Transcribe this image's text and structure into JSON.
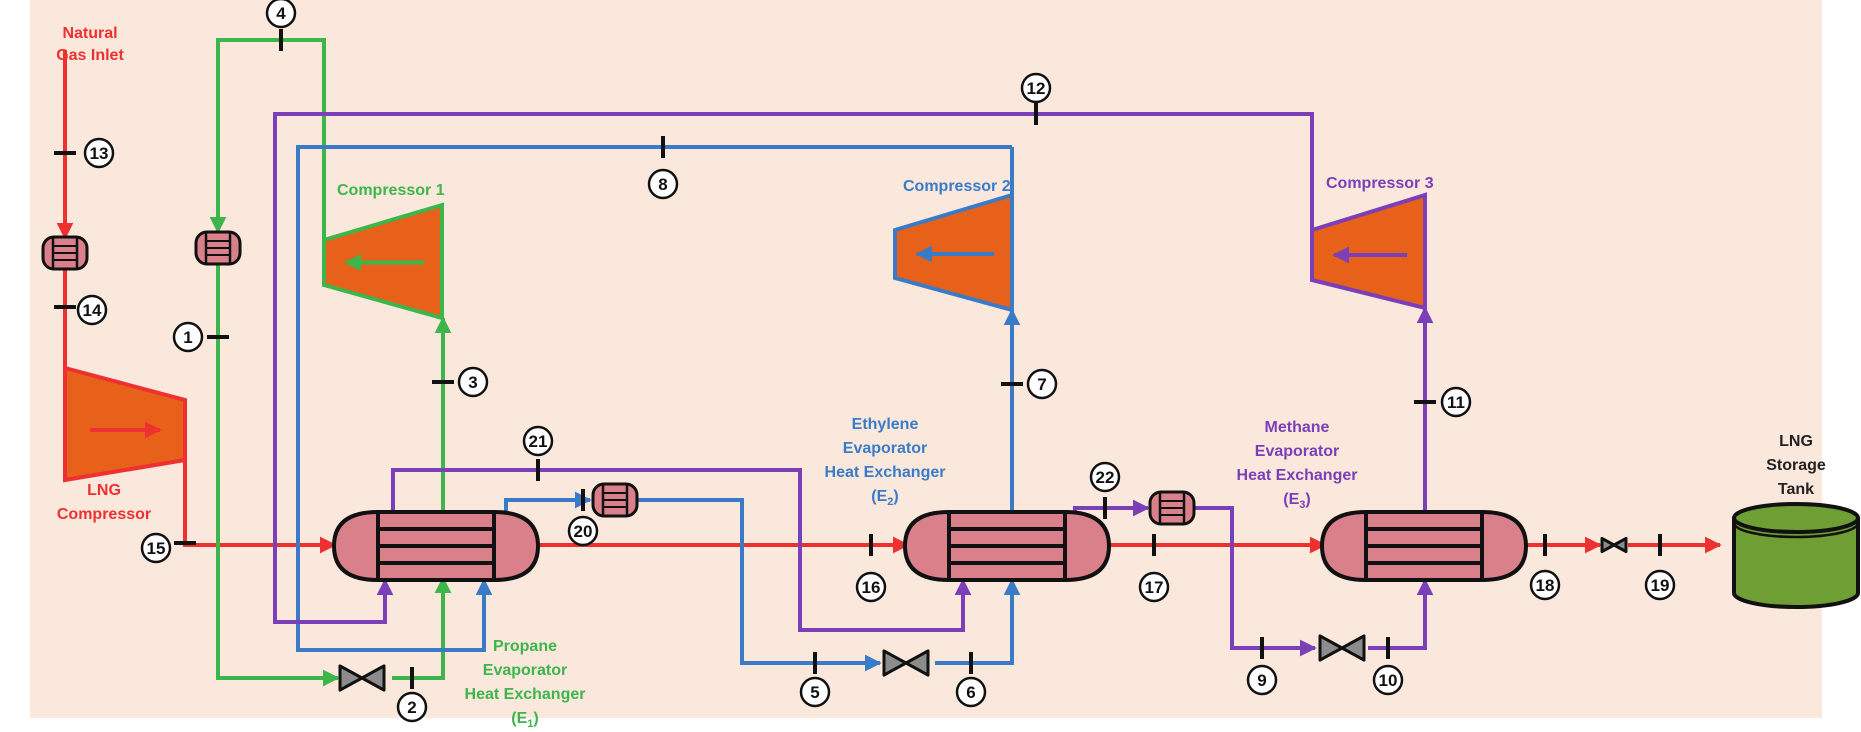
{
  "diagram": {
    "title": "Cascade LNG liquefaction process",
    "colors": {
      "background": "#fbe8dc",
      "natural_gas": "#ee3030",
      "propane": "#3cb54a",
      "ethylene": "#3a7bc8",
      "methane": "#7b3fb8",
      "compressor_fill": "#e8611a",
      "heat_exchanger_fill": "#d9808a",
      "tank_fill": "#6e9e34",
      "valve_fill": "#8c8c8c",
      "marker": "#111111"
    },
    "labels": {
      "natural_gas_inlet": [
        "Natural",
        "Gas Inlet"
      ],
      "lng_compressor": [
        "LNG",
        "Compressor"
      ],
      "compressor_1": "Compressor 1",
      "compressor_2": "Compressor 2",
      "compressor_3": "Compressor 3",
      "propane_hx": [
        "Propane",
        "Evaporator",
        "Heat Exchanger",
        "(E",
        "1",
        ")"
      ],
      "ethylene_hx": [
        "Ethylene",
        "Evaporator",
        "Heat Exchanger",
        "(E",
        "2",
        ")"
      ],
      "methane_hx": [
        "Methane",
        "Evaporator",
        "Heat Exchanger",
        "(E",
        "3",
        ")"
      ],
      "storage_tank": [
        "LNG",
        "Storage",
        "Tank"
      ]
    },
    "stream_points": [
      {
        "id": "1",
        "stream": "propane"
      },
      {
        "id": "2",
        "stream": "propane"
      },
      {
        "id": "3",
        "stream": "propane"
      },
      {
        "id": "4",
        "stream": "propane"
      },
      {
        "id": "5",
        "stream": "ethylene"
      },
      {
        "id": "6",
        "stream": "ethylene"
      },
      {
        "id": "7",
        "stream": "ethylene"
      },
      {
        "id": "8",
        "stream": "ethylene"
      },
      {
        "id": "9",
        "stream": "methane"
      },
      {
        "id": "10",
        "stream": "methane"
      },
      {
        "id": "11",
        "stream": "methane"
      },
      {
        "id": "12",
        "stream": "methane"
      },
      {
        "id": "13",
        "stream": "natural_gas"
      },
      {
        "id": "14",
        "stream": "natural_gas"
      },
      {
        "id": "15",
        "stream": "natural_gas"
      },
      {
        "id": "16",
        "stream": "natural_gas"
      },
      {
        "id": "17",
        "stream": "natural_gas"
      },
      {
        "id": "18",
        "stream": "natural_gas"
      },
      {
        "id": "19",
        "stream": "natural_gas"
      },
      {
        "id": "20",
        "stream": "ethylene"
      },
      {
        "id": "21",
        "stream": "methane"
      },
      {
        "id": "22",
        "stream": "methane"
      }
    ]
  }
}
